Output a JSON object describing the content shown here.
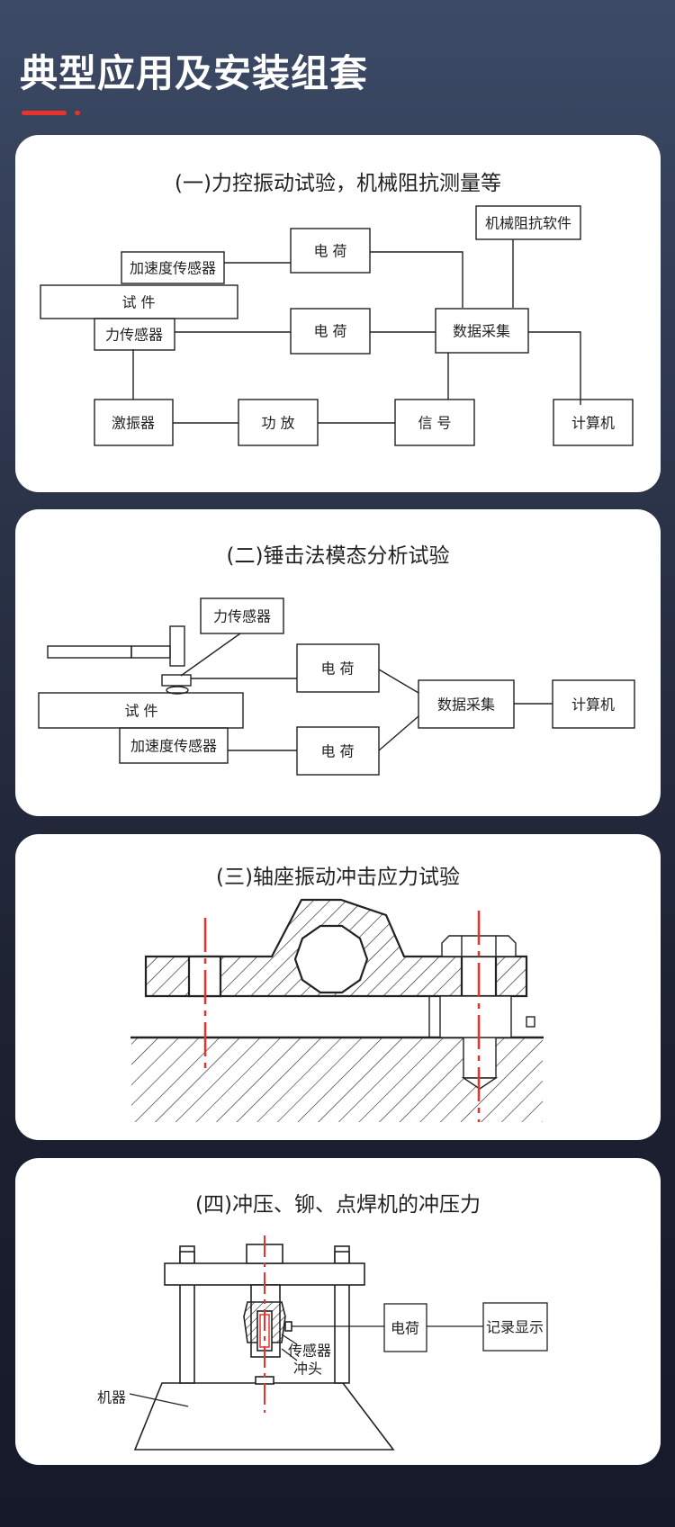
{
  "page": {
    "title": "典型应用及安装组套"
  },
  "sections": [
    {
      "title": "(一)力控振动试验，机械阻抗测量等",
      "labels": {
        "software": "机械阻抗软件",
        "charge_top": "电  荷",
        "accel_sensor": "加速度传感器",
        "specimen": "试    件",
        "force_sensor": "力传感器",
        "charge_mid": "电  荷",
        "daq": "数据采集",
        "shaker": "激振器",
        "amplifier": "功 放",
        "signal": "信  号",
        "computer": "计算机"
      }
    },
    {
      "title": "(二)锤击法模态分析试验",
      "labels": {
        "force_sensor": "力传感器",
        "charge_top": "电  荷",
        "specimen": "试    件",
        "daq": "数据采集",
        "computer": "计算机",
        "accel_sensor": "加速度传感器",
        "charge_bottom": "电  荷"
      }
    },
    {
      "title": "(三)轴座振动冲击应力试验"
    },
    {
      "title": "(四)冲压、铆、点焊机的冲压力",
      "labels": {
        "charge": "电荷",
        "recorder": "记录显示",
        "sensor": "传感器",
        "punch": "冲头",
        "machine": "机器"
      }
    }
  ],
  "colors": {
    "accent": "#e8332c",
    "centerline": "#e8332c",
    "card": "#ffffff"
  }
}
